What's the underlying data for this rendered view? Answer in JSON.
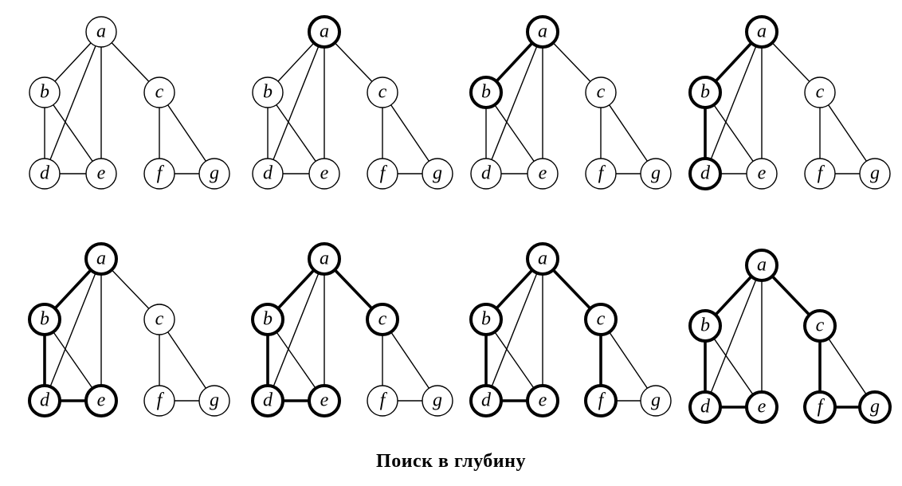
{
  "caption": "Поиск в глубину",
  "colors": {
    "stroke": "#000000",
    "background": "#ffffff"
  },
  "graph": {
    "nodes": [
      "a",
      "b",
      "c",
      "d",
      "e",
      "f",
      "g"
    ],
    "edges": [
      [
        "a",
        "b"
      ],
      [
        "a",
        "c"
      ],
      [
        "a",
        "d"
      ],
      [
        "a",
        "e"
      ],
      [
        "b",
        "d"
      ],
      [
        "b",
        "e"
      ],
      [
        "d",
        "e"
      ],
      [
        "c",
        "f"
      ],
      [
        "c",
        "g"
      ],
      [
        "f",
        "g"
      ]
    ]
  },
  "steps": [
    {
      "visited": [],
      "tree_edges": []
    },
    {
      "visited": [
        "a"
      ],
      "tree_edges": []
    },
    {
      "visited": [
        "a",
        "b"
      ],
      "tree_edges": [
        [
          "a",
          "b"
        ]
      ]
    },
    {
      "visited": [
        "a",
        "b",
        "d"
      ],
      "tree_edges": [
        [
          "a",
          "b"
        ],
        [
          "b",
          "d"
        ]
      ]
    },
    {
      "visited": [
        "a",
        "b",
        "d",
        "e"
      ],
      "tree_edges": [
        [
          "a",
          "b"
        ],
        [
          "b",
          "d"
        ],
        [
          "d",
          "e"
        ]
      ]
    },
    {
      "visited": [
        "a",
        "b",
        "d",
        "e",
        "c"
      ],
      "tree_edges": [
        [
          "a",
          "b"
        ],
        [
          "b",
          "d"
        ],
        [
          "d",
          "e"
        ],
        [
          "a",
          "c"
        ]
      ]
    },
    {
      "visited": [
        "a",
        "b",
        "d",
        "e",
        "c",
        "f"
      ],
      "tree_edges": [
        [
          "a",
          "b"
        ],
        [
          "b",
          "d"
        ],
        [
          "d",
          "e"
        ],
        [
          "a",
          "c"
        ],
        [
          "c",
          "f"
        ]
      ]
    },
    {
      "visited": [
        "a",
        "b",
        "d",
        "e",
        "c",
        "f",
        "g"
      ],
      "tree_edges": [
        [
          "a",
          "b"
        ],
        [
          "b",
          "d"
        ],
        [
          "d",
          "e"
        ],
        [
          "a",
          "c"
        ],
        [
          "c",
          "f"
        ],
        [
          "f",
          "g"
        ]
      ]
    }
  ]
}
